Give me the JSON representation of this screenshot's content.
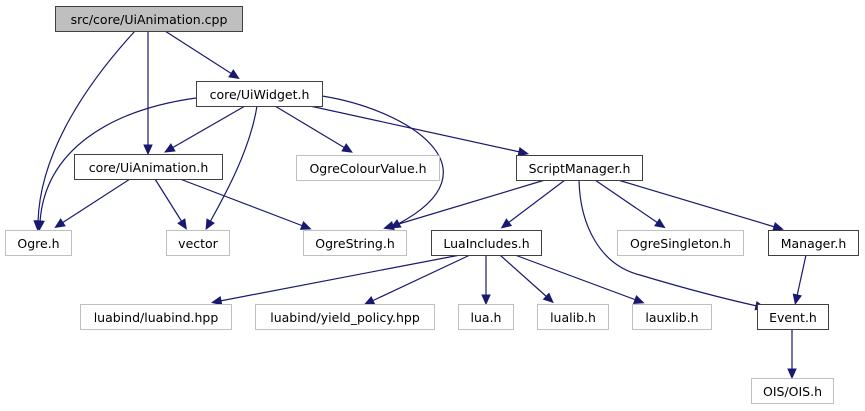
{
  "diagram": {
    "title": "src/core/UiAnimation.cpp include dependency graph",
    "colors": {
      "edge": "#191970",
      "root_fill": "#bfbfbf",
      "internal_border": "#404040",
      "external_border": "#bfbfbf"
    },
    "nodes": [
      {
        "id": "uianimation_cpp",
        "label": "src/core/UiAnimation.cpp",
        "kind": "root"
      },
      {
        "id": "uiwidget_h",
        "label": "core/UiWidget.h",
        "kind": "internal"
      },
      {
        "id": "uianimation_h",
        "label": "core/UiAnimation.h",
        "kind": "internal"
      },
      {
        "id": "ogrecolourvalue_h",
        "label": "OgreColourValue.h",
        "kind": "external"
      },
      {
        "id": "scriptmanager_h",
        "label": "ScriptManager.h",
        "kind": "internal"
      },
      {
        "id": "ogre_h",
        "label": "Ogre.h",
        "kind": "external"
      },
      {
        "id": "vector",
        "label": "vector",
        "kind": "external"
      },
      {
        "id": "ogrestring_h",
        "label": "OgreString.h",
        "kind": "external"
      },
      {
        "id": "luaincludes_h",
        "label": "LuaIncludes.h",
        "kind": "internal"
      },
      {
        "id": "ogresingleton_h",
        "label": "OgreSingleton.h",
        "kind": "external"
      },
      {
        "id": "manager_h",
        "label": "Manager.h",
        "kind": "internal"
      },
      {
        "id": "luabind_hpp",
        "label": "luabind/luabind.hpp",
        "kind": "external"
      },
      {
        "id": "yield_policy_hpp",
        "label": "luabind/yield_policy.hpp",
        "kind": "external"
      },
      {
        "id": "lua_h",
        "label": "lua.h",
        "kind": "external"
      },
      {
        "id": "lualib_h",
        "label": "lualib.h",
        "kind": "external"
      },
      {
        "id": "lauxlib_h",
        "label": "lauxlib.h",
        "kind": "external"
      },
      {
        "id": "event_h",
        "label": "Event.h",
        "kind": "internal"
      },
      {
        "id": "ois_h",
        "label": "OIS/OIS.h",
        "kind": "external"
      }
    ],
    "edges": [
      {
        "from": "uianimation_cpp",
        "to": "ogre_h"
      },
      {
        "from": "uianimation_cpp",
        "to": "uianimation_h"
      },
      {
        "from": "uianimation_cpp",
        "to": "uiwidget_h"
      },
      {
        "from": "uiwidget_h",
        "to": "ogre_h"
      },
      {
        "from": "uiwidget_h",
        "to": "uianimation_h"
      },
      {
        "from": "uiwidget_h",
        "to": "vector"
      },
      {
        "from": "uiwidget_h",
        "to": "ogrecolourvalue_h"
      },
      {
        "from": "uiwidget_h",
        "to": "ogrestring_h"
      },
      {
        "from": "uiwidget_h",
        "to": "scriptmanager_h"
      },
      {
        "from": "uianimation_h",
        "to": "ogre_h"
      },
      {
        "from": "uianimation_h",
        "to": "vector"
      },
      {
        "from": "uianimation_h",
        "to": "ogrestring_h"
      },
      {
        "from": "scriptmanager_h",
        "to": "ogrestring_h"
      },
      {
        "from": "scriptmanager_h",
        "to": "luaincludes_h"
      },
      {
        "from": "scriptmanager_h",
        "to": "event_h"
      },
      {
        "from": "scriptmanager_h",
        "to": "ogresingleton_h"
      },
      {
        "from": "scriptmanager_h",
        "to": "manager_h"
      },
      {
        "from": "luaincludes_h",
        "to": "luabind_hpp"
      },
      {
        "from": "luaincludes_h",
        "to": "yield_policy_hpp"
      },
      {
        "from": "luaincludes_h",
        "to": "lua_h"
      },
      {
        "from": "luaincludes_h",
        "to": "lualib_h"
      },
      {
        "from": "luaincludes_h",
        "to": "lauxlib_h"
      },
      {
        "from": "manager_h",
        "to": "event_h"
      },
      {
        "from": "event_h",
        "to": "ois_h"
      }
    ]
  }
}
